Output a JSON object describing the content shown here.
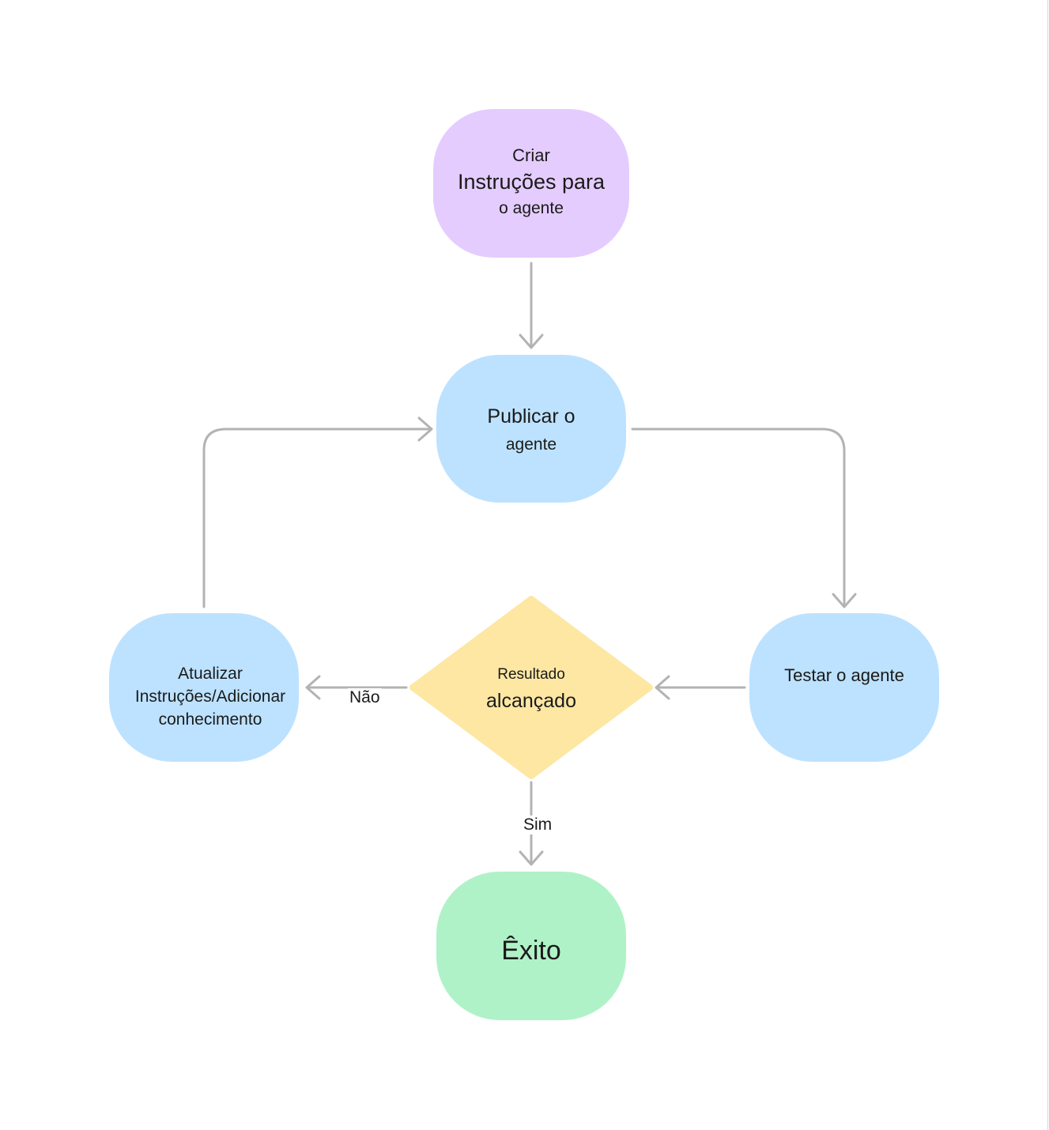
{
  "nodes": {
    "create": {
      "line1": "Criar",
      "line2": "Instruções para",
      "line3": "o agente",
      "color": "#e4ccff"
    },
    "publish": {
      "line1": "Publicar o",
      "line2": "agente",
      "color": "#bde2ff"
    },
    "test": {
      "text": "Testar o agente",
      "color": "#bde2ff"
    },
    "decision": {
      "line1": "Resultado",
      "line2": "alcançado",
      "color": "#fde7a3"
    },
    "update": {
      "line1": "Atualizar",
      "line2": "Instruções/Adicionar",
      "line3": "conhecimento",
      "color": "#bde2ff"
    },
    "success": {
      "text": "Êxito",
      "color": "#b0f2c8"
    }
  },
  "edges": {
    "no_label": "Não",
    "yes_label": "Sim",
    "color": "#b3b3b3"
  }
}
